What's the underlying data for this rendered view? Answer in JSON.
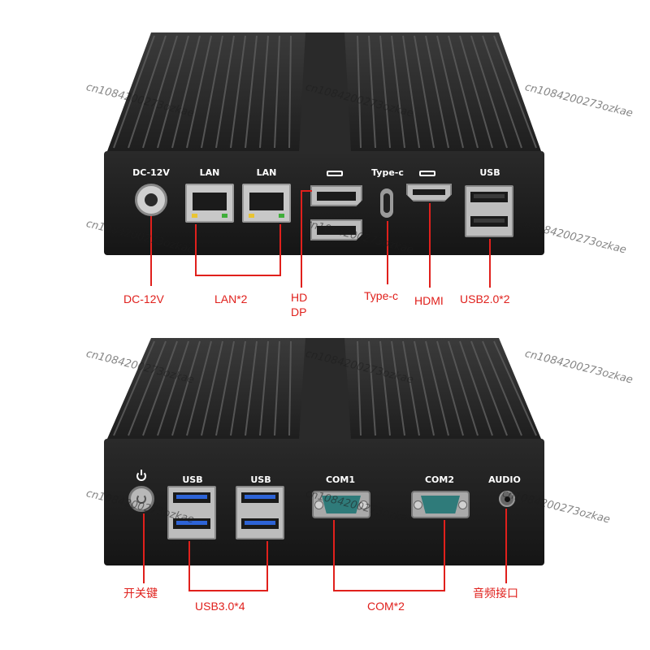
{
  "watermark": "cn1084200273ozkae",
  "top_device": {
    "port_labels": {
      "dc": "DC-12V",
      "lan1": "LAN",
      "lan2": "LAN",
      "typec": "Type-c",
      "usb": "USB"
    },
    "callouts": {
      "dc": "DC-12V",
      "lan": "LAN*2",
      "hd": "HD",
      "dp": "DP",
      "typec": "Type-c",
      "hdmi": "HDMI",
      "usb": "USB2.0*2"
    }
  },
  "bottom_device": {
    "port_labels": {
      "usb1": "USB",
      "usb2": "USB",
      "com1": "COM1",
      "com2": "COM2",
      "audio": "AUDIO"
    },
    "callouts": {
      "power": "开关键",
      "usb": "USB3.0*4",
      "com": "COM*2",
      "audio": "音频接口"
    }
  },
  "colors": {
    "callout": "#e0201c",
    "body": "#1c1c1c",
    "usb3_insert": "#2d63d6",
    "com_insert": "#2f7b7a"
  }
}
